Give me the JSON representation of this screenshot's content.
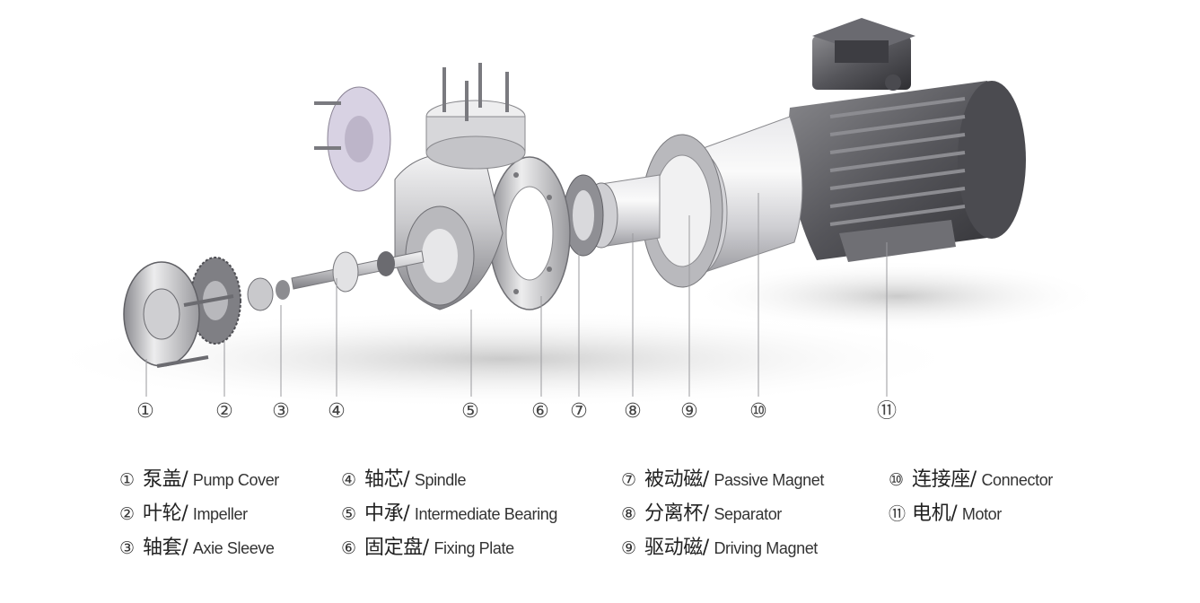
{
  "callouts": [
    "①",
    "②",
    "③",
    "④",
    "⑤",
    "⑥",
    "⑦",
    "⑧",
    "⑨",
    "⑩",
    "⑪"
  ],
  "legend": [
    {
      "mark": "①",
      "zh": "泵盖/",
      "en": "Pump Cover"
    },
    {
      "mark": "②",
      "zh": "叶轮/",
      "en": "Impeller"
    },
    {
      "mark": "③",
      "zh": "轴套/",
      "en": "Axie Sleeve"
    },
    {
      "mark": "④",
      "zh": "轴芯/",
      "en": "Spindle"
    },
    {
      "mark": "⑤",
      "zh": "中承/",
      "en": "Intermediate Bearing"
    },
    {
      "mark": "⑥",
      "zh": "固定盘/",
      "en": "Fixing Plate"
    },
    {
      "mark": "⑦",
      "zh": "被动磁/",
      "en": "Passive Magnet"
    },
    {
      "mark": "⑧",
      "zh": "分离杯/",
      "en": "Separator"
    },
    {
      "mark": "⑨",
      "zh": "驱动磁/",
      "en": "Driving Magnet"
    },
    {
      "mark": "⑩",
      "zh": "连接座/",
      "en": "Connector"
    },
    {
      "mark": "⑪",
      "zh": "电机/",
      "en": "Motor"
    }
  ],
  "colors": {
    "metal_light": "#e4e4e6",
    "metal_mid": "#a9a9ad",
    "metal_dark": "#5e5e63",
    "lavender": "#d8d2e3",
    "text": "#333333"
  }
}
